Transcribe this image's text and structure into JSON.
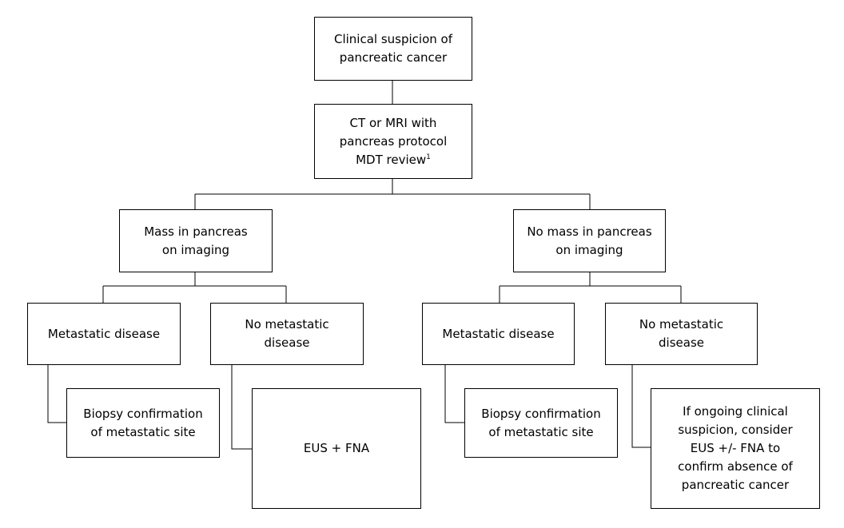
{
  "nodes": {
    "suspicion": {
      "lines": [
        "Clinical suspicion of",
        "pancreatic cancer"
      ]
    },
    "imaging": {
      "lines": [
        "CT or MRI with",
        "pancreas protocol"
      ],
      "last_line": "MDT review",
      "footnote": "1"
    },
    "mass": {
      "lines": [
        "Mass in pancreas",
        "on imaging"
      ]
    },
    "no_mass": {
      "lines": [
        "No mass in pancreas",
        "on imaging"
      ]
    },
    "mass_metastatic": {
      "lines": [
        "Metastatic disease"
      ]
    },
    "mass_no_metastatic": {
      "lines": [
        "No metastatic",
        "disease"
      ]
    },
    "nomass_metastatic": {
      "lines": [
        "Metastatic disease"
      ]
    },
    "nomass_no_metastatic": {
      "lines": [
        "No metastatic",
        "disease"
      ]
    },
    "biopsy_left": {
      "lines": [
        "Biopsy confirmation",
        "of metastatic site"
      ]
    },
    "eus_fna": {
      "lines": [
        "EUS + FNA"
      ]
    },
    "biopsy_right": {
      "lines": [
        "Biopsy confirmation",
        "of metastatic site"
      ]
    },
    "ongoing_suspicion": {
      "lines": [
        "If ongoing clinical",
        "suspicion, consider",
        "EUS +/- FNA to",
        "confirm absence of",
        "pancreatic cancer"
      ]
    }
  }
}
